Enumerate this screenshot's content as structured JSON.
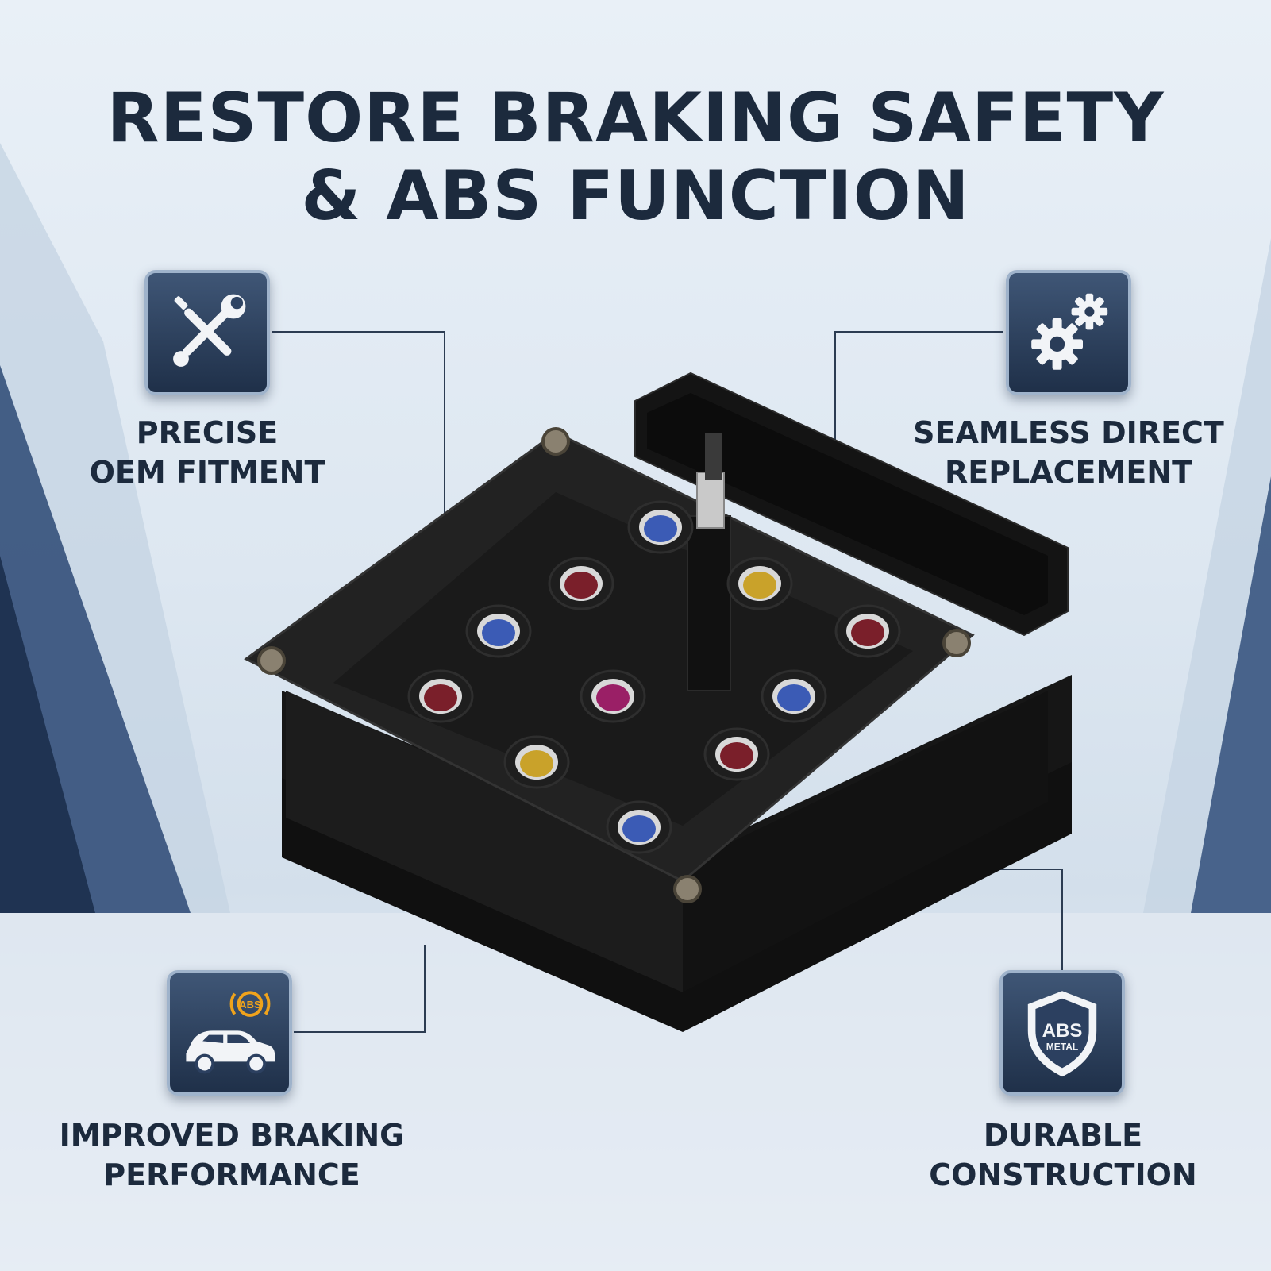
{
  "headline": {
    "line1": "RESTORE BRAKING SAFETY",
    "line2": "& ABS FUNCTION"
  },
  "features": {
    "top_left": {
      "line1": "PRECISE",
      "line2": "OEM FITMENT",
      "icon": "tools-icon"
    },
    "top_right": {
      "line1": "SEAMLESS DIRECT",
      "line2": "REPLACEMENT",
      "icon": "gears-icon"
    },
    "bottom_left": {
      "line1": "IMPROVED BRAKING",
      "line2": "PERFORMANCE",
      "icon": "car-abs-icon",
      "icon_text": "ABS"
    },
    "bottom_right": {
      "line1": "DURABLE",
      "line2": "CONSTRUCTION",
      "icon": "abs-shield-icon",
      "icon_text_1": "ABS",
      "icon_text_2": "METAL"
    }
  },
  "product": {
    "port_colors": [
      "#3b5bb5",
      "#7a1f2a",
      "#c9a22a",
      "#3b5bb5",
      "#7a1f2a",
      "#9a1f66",
      "#7a1f2a",
      "#3b5bb5",
      "#c9a22a",
      "#7a1f2a",
      "#3b5bb5"
    ]
  },
  "colors": {
    "text": "#1c2a3d",
    "badge_dark": "#1f3049",
    "badge_light": "#3f5676",
    "badge_border": "#9fb3cb"
  }
}
